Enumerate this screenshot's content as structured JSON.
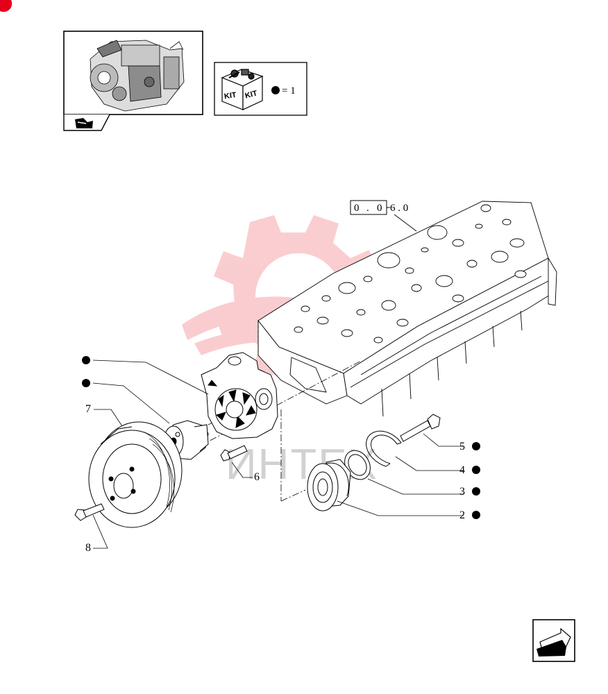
{
  "header": {
    "kit_label_1": "KIT",
    "kit_label_2": "KIT",
    "kit_legend": "= 1"
  },
  "reference": {
    "boxed_digits": [
      "0",
      ".",
      "0"
    ],
    "suffix": "6 . 0"
  },
  "watermark": {
    "text": "ИНТЕХ",
    "color": "#e8202a"
  },
  "callouts": [
    {
      "id": "water-pump-housing",
      "label": "",
      "kit": true
    },
    {
      "id": "hub",
      "label": "",
      "kit": true
    },
    {
      "id": "pulley",
      "label": "7",
      "kit": false
    },
    {
      "id": "bolt-6",
      "label": "6",
      "kit": false
    },
    {
      "id": "bolt-8",
      "label": "8",
      "kit": false
    },
    {
      "id": "bolt-5",
      "label": "5",
      "kit": true
    },
    {
      "id": "snap-ring-4",
      "label": "4",
      "kit": true
    },
    {
      "id": "seal-3",
      "label": "3",
      "kit": true
    },
    {
      "id": "bearing-2",
      "label": "2",
      "kit": true
    }
  ],
  "colors": {
    "line": "#000000",
    "accent": "#e3001b"
  }
}
